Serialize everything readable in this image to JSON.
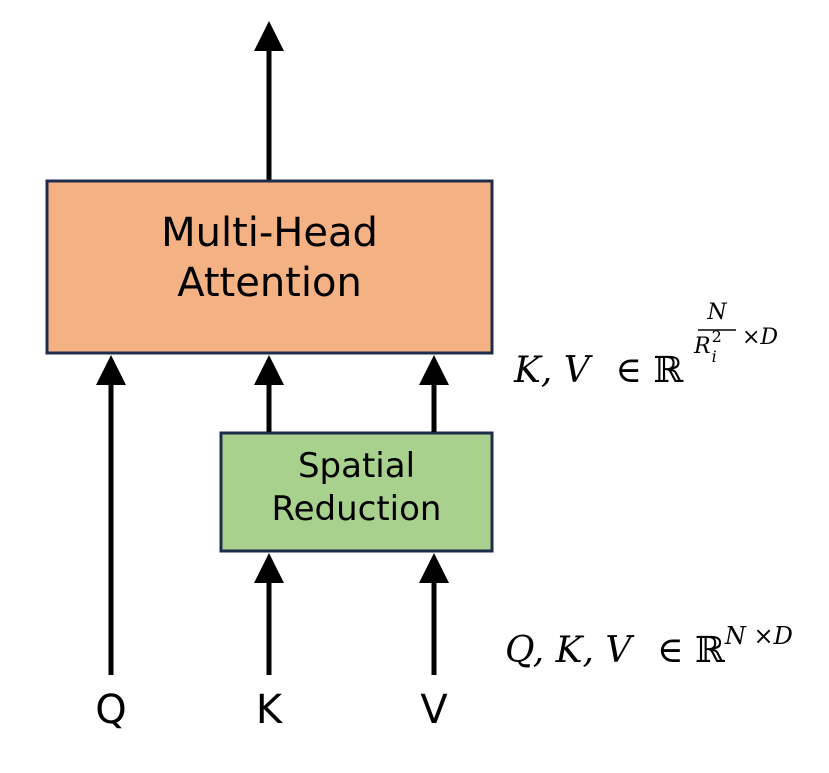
{
  "colors": {
    "attention_fill": "#f4b183",
    "reduction_fill": "#a9d18e",
    "stroke": "#1f2d4d",
    "arrow": "#000000"
  },
  "attention_box": {
    "line1": "Multi-Head",
    "line2": "Attention"
  },
  "reduction_box": {
    "line1": "Spatial",
    "line2": "Reduction"
  },
  "inputs": {
    "q": "Q",
    "k": "K",
    "v": "V"
  },
  "formula_reduced": {
    "vars": "K, V",
    "elem": "∈",
    "set": "ℝ",
    "numerator": "N",
    "denominator": "R",
    "denominator_sup": "2",
    "denominator_sub": "i",
    "times_d": "×D"
  },
  "formula_full": {
    "vars": "Q, K, V",
    "elem": "∈",
    "set": "ℝ",
    "exponent": "N ×D"
  }
}
